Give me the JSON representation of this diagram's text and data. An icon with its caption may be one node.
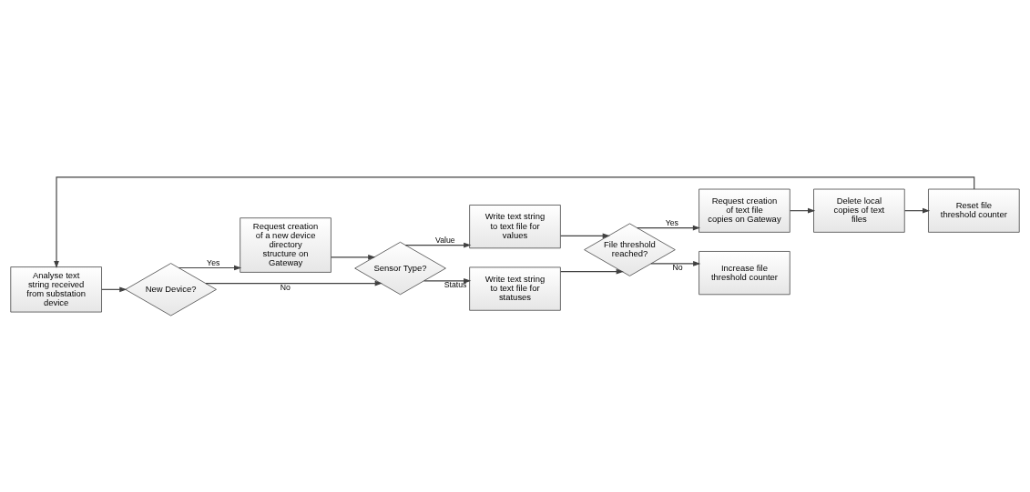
{
  "diagram": {
    "nodes": [
      {
        "text": [
          "Analyse text string received from substation device"
        ]
      },
      {
        "text": [
          "New Device?"
        ]
      },
      {
        "text": [
          "Request creation of a new device directory structure on Gateway"
        ]
      },
      {
        "text": [
          "Sensor Type?"
        ]
      },
      {
        "text": [
          "Write text string to text file for values"
        ]
      },
      {
        "text": [
          "Write text string to text file for statuses"
        ]
      },
      {
        "text": [
          "File threshold reached?"
        ]
      },
      {
        "text": [
          "Request creation of text file copies on Gateway"
        ]
      },
      {
        "text": [
          "Delete local copies of text files"
        ]
      },
      {
        "text": [
          "Increase file threshold counter"
        ]
      },
      {
        "text": [
          "Reset file threshold counter"
        ]
      }
    ],
    "edges": [
      {
        "from": 0,
        "to": 1,
        "arrow": "to"
      },
      {
        "from": 1,
        "to": 2,
        "arrow": "to",
        "label": "Yes"
      },
      {
        "from": 1,
        "to": 3,
        "arrow": "to",
        "label": "No"
      },
      {
        "from": 2,
        "to": 3,
        "arrow": "to"
      },
      {
        "from": 3,
        "to": 4,
        "arrow": "to",
        "label": "Value"
      },
      {
        "from": 3,
        "to": 5,
        "arrow": "to",
        "label": "Status"
      },
      {
        "from": 4,
        "to": 6,
        "arrow": "to"
      },
      {
        "from": 5,
        "to": 6,
        "arrow": "to"
      },
      {
        "from": 6,
        "to": 7,
        "arrow": "to",
        "label": "Yes"
      },
      {
        "from": 6,
        "to": 9,
        "arrow": "to",
        "label": "No"
      },
      {
        "from": 7,
        "to": 8,
        "arrow": "to"
      },
      {
        "from": 8,
        "to": 10,
        "arrow": "to"
      },
      {
        "from": 10,
        "to": 0,
        "arrow": "to"
      }
    ]
  }
}
